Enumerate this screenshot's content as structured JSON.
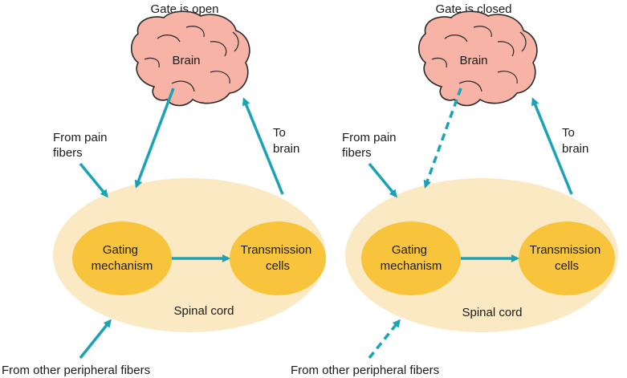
{
  "colors": {
    "arrow": "#1aa3b4",
    "brain_fill": "#f6b3a6",
    "brain_stroke": "#2a2a2a",
    "spinal_fill": "#fbe9c4",
    "node_fill": "#f8c43c",
    "text": "#1a1a1a"
  },
  "icons": {
    "brain": "brain-icon"
  },
  "panels": [
    {
      "id": "open",
      "title": "Gate is open",
      "brain_label": "Brain",
      "pain_label": [
        "From pain",
        "fibers"
      ],
      "to_brain_label": [
        "To",
        "brain"
      ],
      "gating_label": [
        "Gating",
        "mechanism"
      ],
      "transmission_label": [
        "Transmission",
        "cells"
      ],
      "spinal_label": "Spinal cord",
      "peripheral_label": "From other peripheral fibers",
      "descending_style": "solid",
      "peripheral_style": "solid"
    },
    {
      "id": "closed",
      "title": "Gate is closed",
      "brain_label": "Brain",
      "pain_label": [
        "From pain",
        "fibers"
      ],
      "to_brain_label": [
        "To",
        "brain"
      ],
      "gating_label": [
        "Gating",
        "mechanism"
      ],
      "transmission_label": [
        "Transmission",
        "cells"
      ],
      "spinal_label": "Spinal cord",
      "peripheral_label": "From other peripheral fibers",
      "descending_style": "dashed",
      "peripheral_style": "dashed"
    }
  ]
}
